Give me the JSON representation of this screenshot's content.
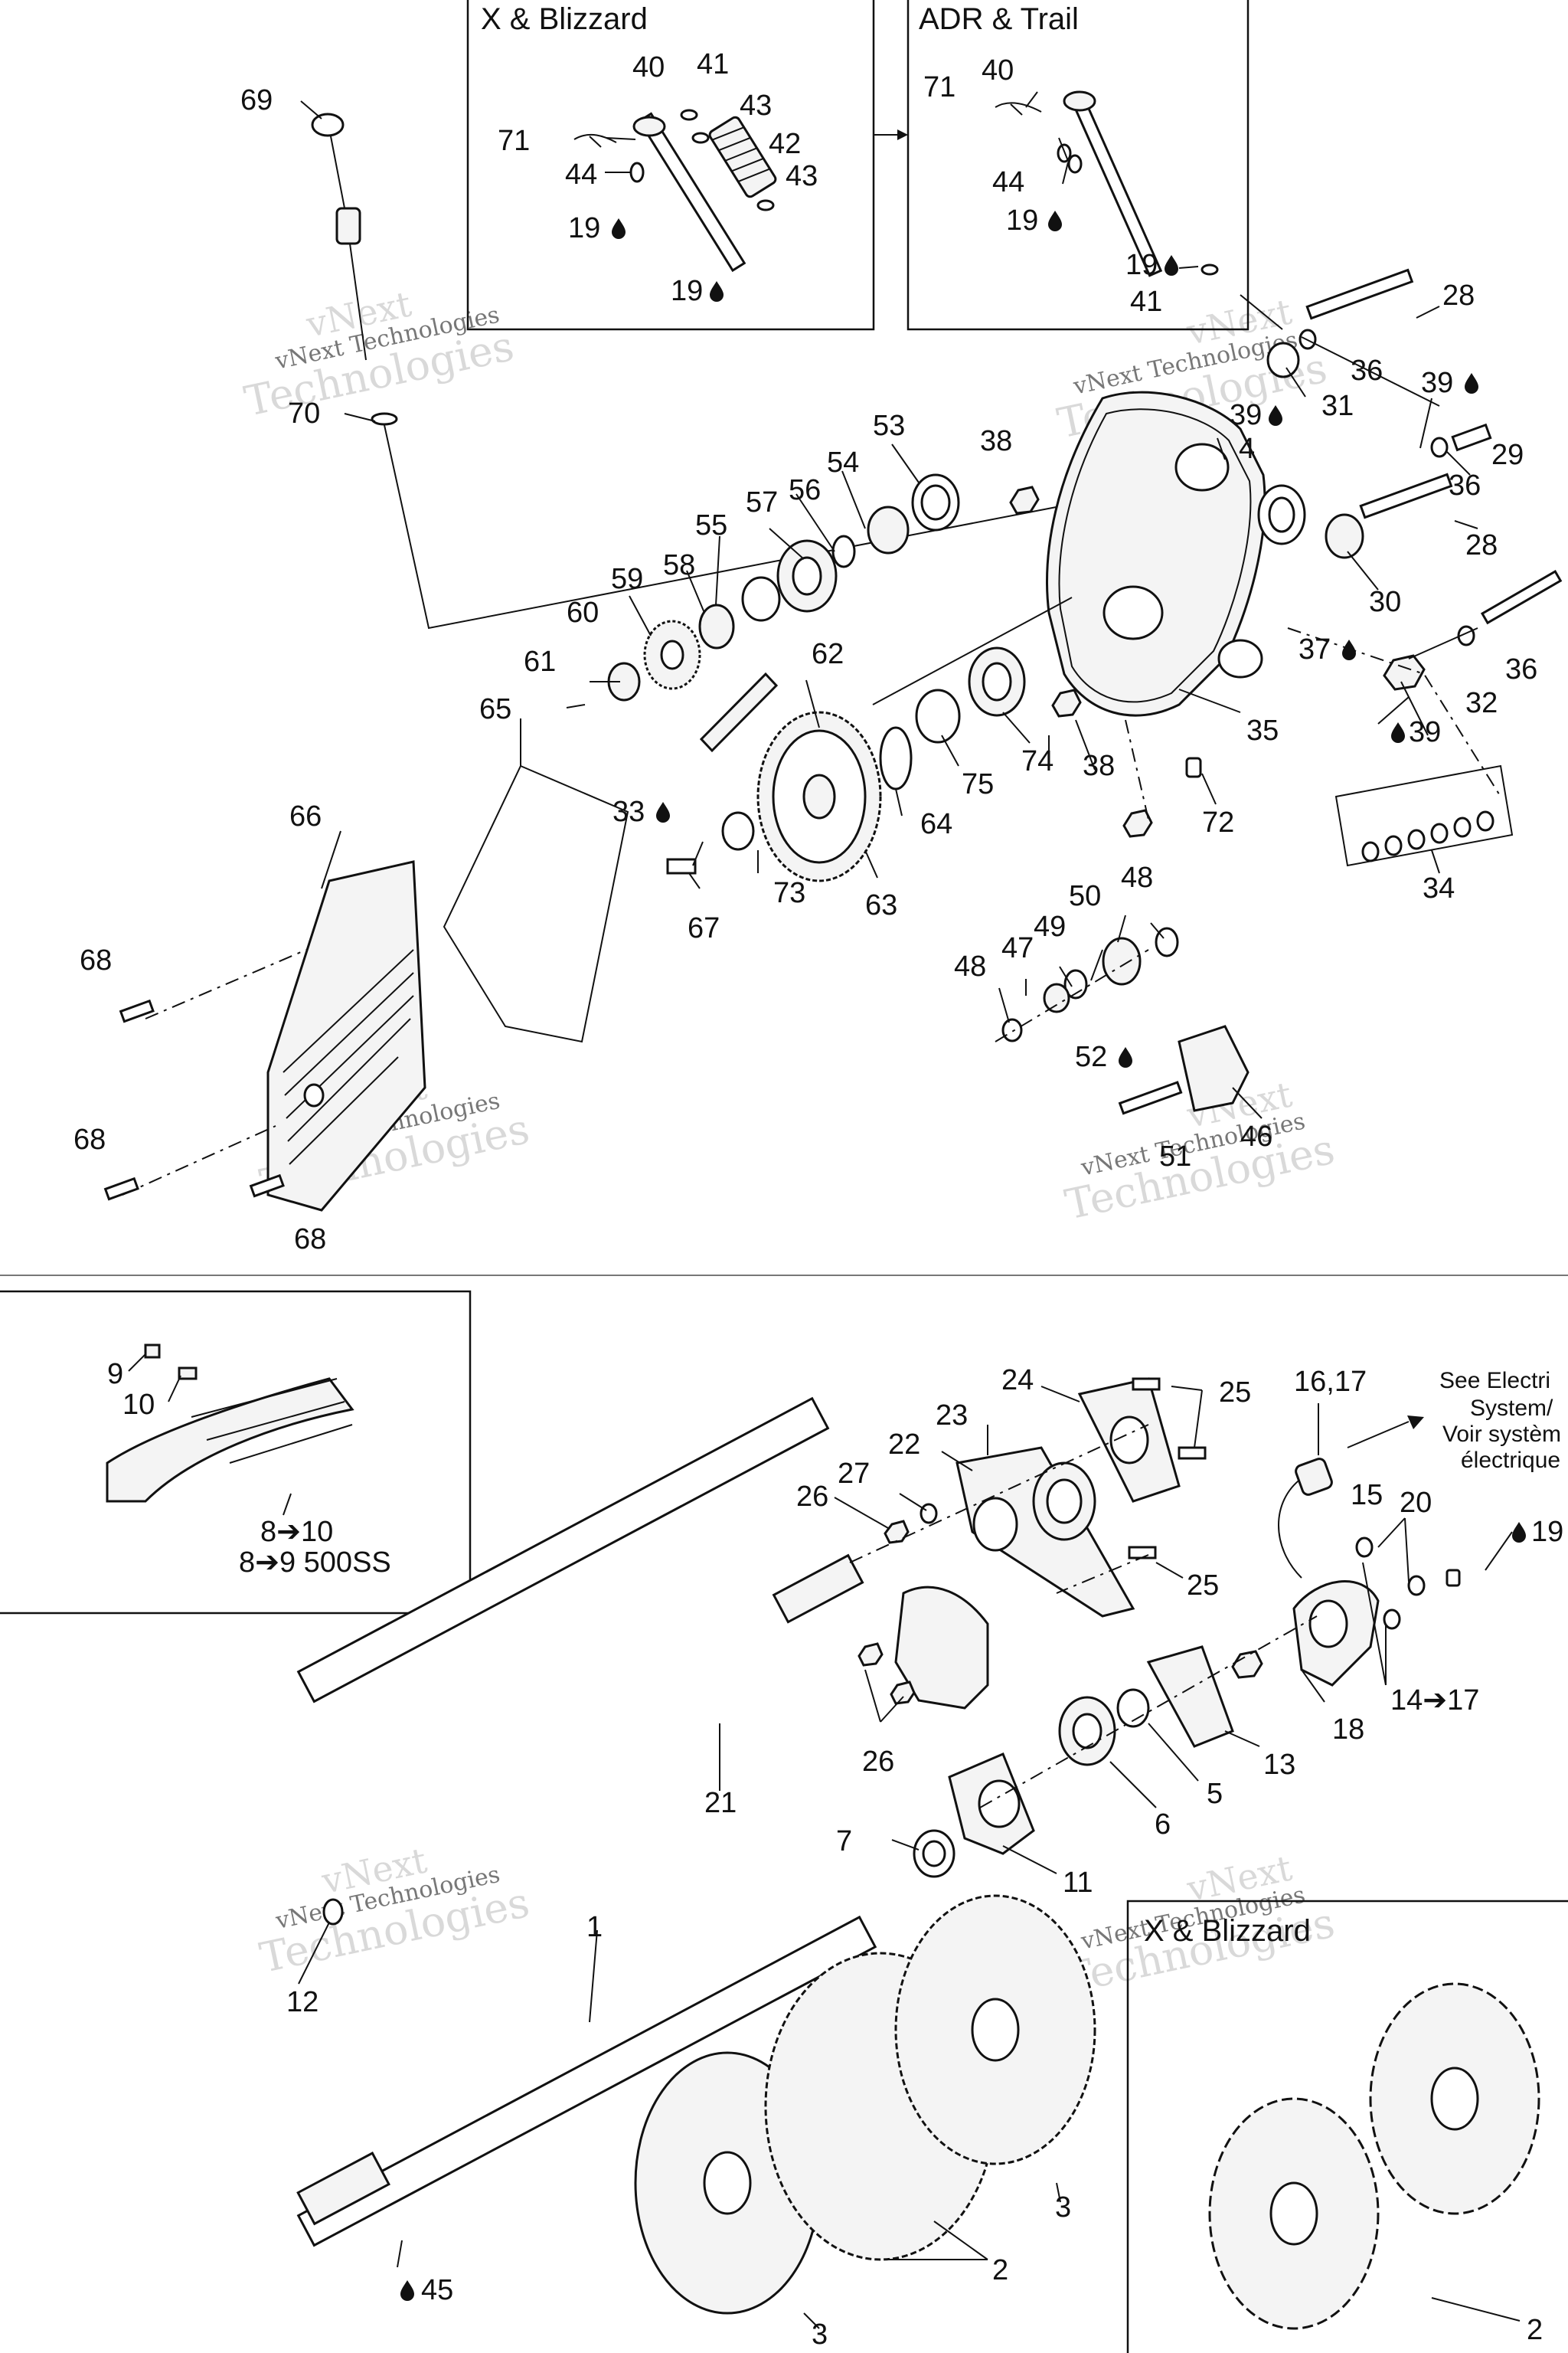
{
  "insets": {
    "x_blizzard_top": "X & Blizzard",
    "adr_trail": "ADR & Trail",
    "x_blizzard_bottom": "X & Blizzard"
  },
  "notes": {
    "electric": [
      "See Electri",
      "System/",
      "Voir systèm",
      "électrique"
    ]
  },
  "watermark": {
    "line1": "vNext",
    "line2": "vNext Technologies",
    "line3": "Technologies"
  },
  "labels": {
    "l69": "69",
    "l70": "70",
    "l71a": "71",
    "l40a": "40",
    "l41a": "41",
    "l43a": "43",
    "l42": "42",
    "l43b": "43",
    "l44a": "44",
    "l19a": "19",
    "l19b": "19",
    "l71b": "71",
    "l40b": "40",
    "l44b": "44",
    "l19c": "19",
    "l19d": "19",
    "l41b": "41",
    "l28a": "28",
    "l36a": "36",
    "l31": "31",
    "l39a": "39",
    "l39b": "39",
    "l29": "29",
    "l4": "4",
    "l36b": "36",
    "l28b": "28",
    "l30": "30",
    "l37": "37",
    "l36c": "36",
    "l32": "32",
    "l39c": "39",
    "l35": "35",
    "l34": "34",
    "l72": "72",
    "l38a": "38",
    "l38b": "38",
    "l53": "53",
    "l54": "54",
    "l56": "56",
    "l57": "57",
    "l55": "55",
    "l58": "58",
    "l59": "59",
    "l60": "60",
    "l61": "61",
    "l62": "62",
    "l65": "65",
    "l66": "66",
    "l64": "64",
    "l75": "75",
    "l74": "74",
    "l33": "33",
    "l73": "73",
    "l63": "63",
    "l67": "67",
    "l68a": "68",
    "l68b": "68",
    "l68c": "68",
    "l48a": "48",
    "l50": "50",
    "l49": "49",
    "l47": "47",
    "l48b": "48",
    "l52": "52",
    "l46": "46",
    "l51": "51",
    "l9": "9",
    "l10": "10",
    "l8to10": "8➔10",
    "l8to9": "8➔9 500SS",
    "l24": "24",
    "l25a": "25",
    "l16_17": "16,17",
    "l15": "15",
    "l23": "23",
    "l22": "22",
    "l27": "27",
    "l26a": "26",
    "l20": "20",
    "l19e": "19",
    "l25b": "25",
    "l14to17": "14➔17",
    "l18": "18",
    "l26b": "26",
    "l13": "13",
    "l5": "5",
    "l21": "21",
    "l6": "6",
    "l7": "7",
    "l11": "11",
    "l1": "1",
    "l12": "12",
    "l2a": "2",
    "l3a": "3",
    "l3b": "3",
    "l45": "45",
    "l2b": "2"
  }
}
